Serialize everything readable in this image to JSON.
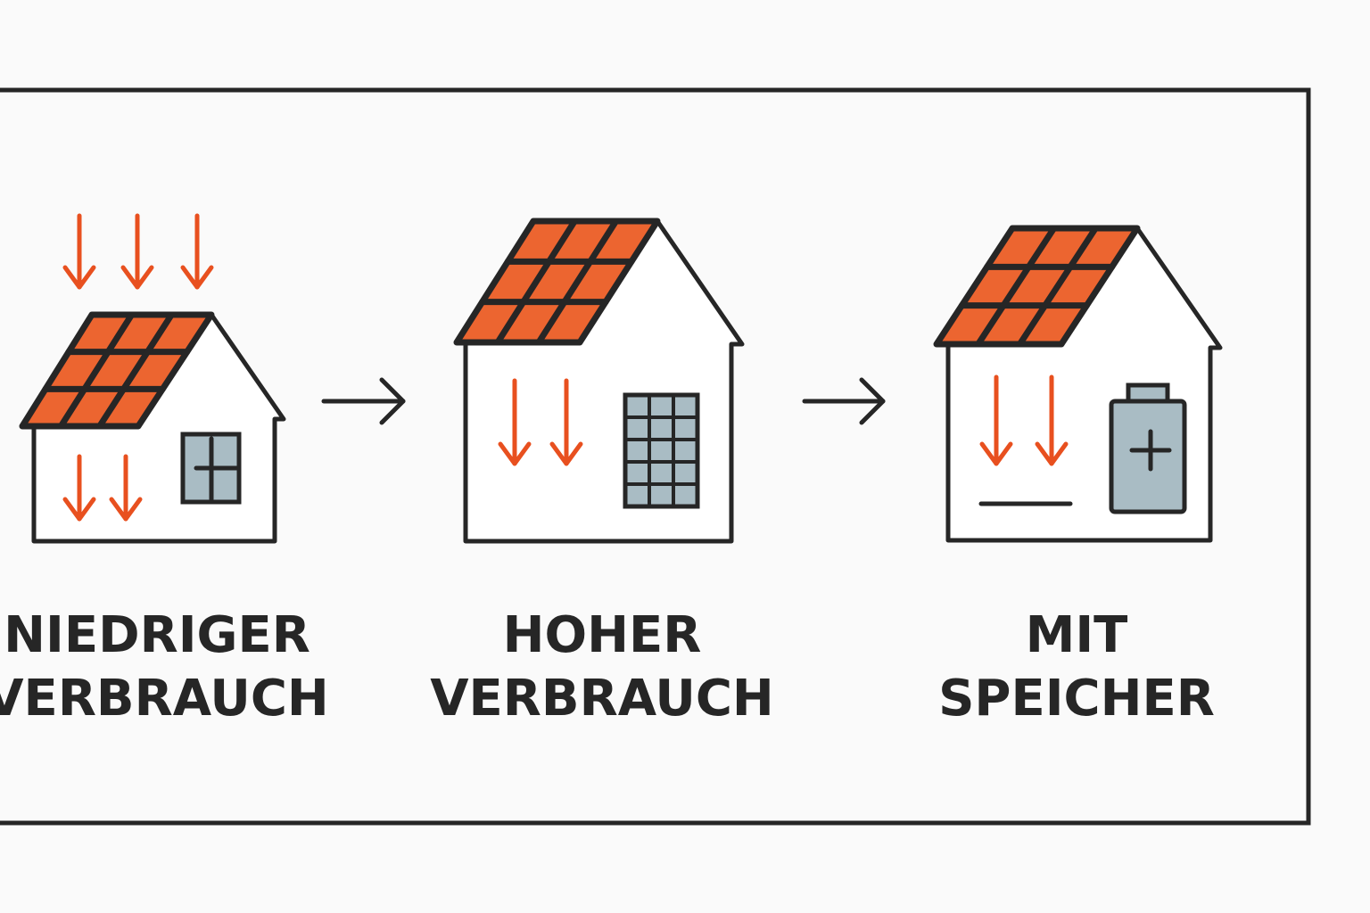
{
  "colors": {
    "outline": "#262626",
    "solar": "#ec6530",
    "arrow": "#e8501f",
    "glass": "#a9bcc4",
    "background": "#fafafa"
  },
  "stages": [
    {
      "label_line1": "NIEDRIGER",
      "label_line2": "VERBRAUCH",
      "icon": "house-solar-low-consumption"
    },
    {
      "label_line1": "HOHER",
      "label_line2": "VERBRAUCH",
      "icon": "house-solar-high-consumption"
    },
    {
      "label_line1": "MIT",
      "label_line2": "SPEICHER",
      "icon": "house-solar-battery"
    }
  ],
  "connectors": [
    "arrow-right-icon",
    "arrow-right-icon"
  ]
}
